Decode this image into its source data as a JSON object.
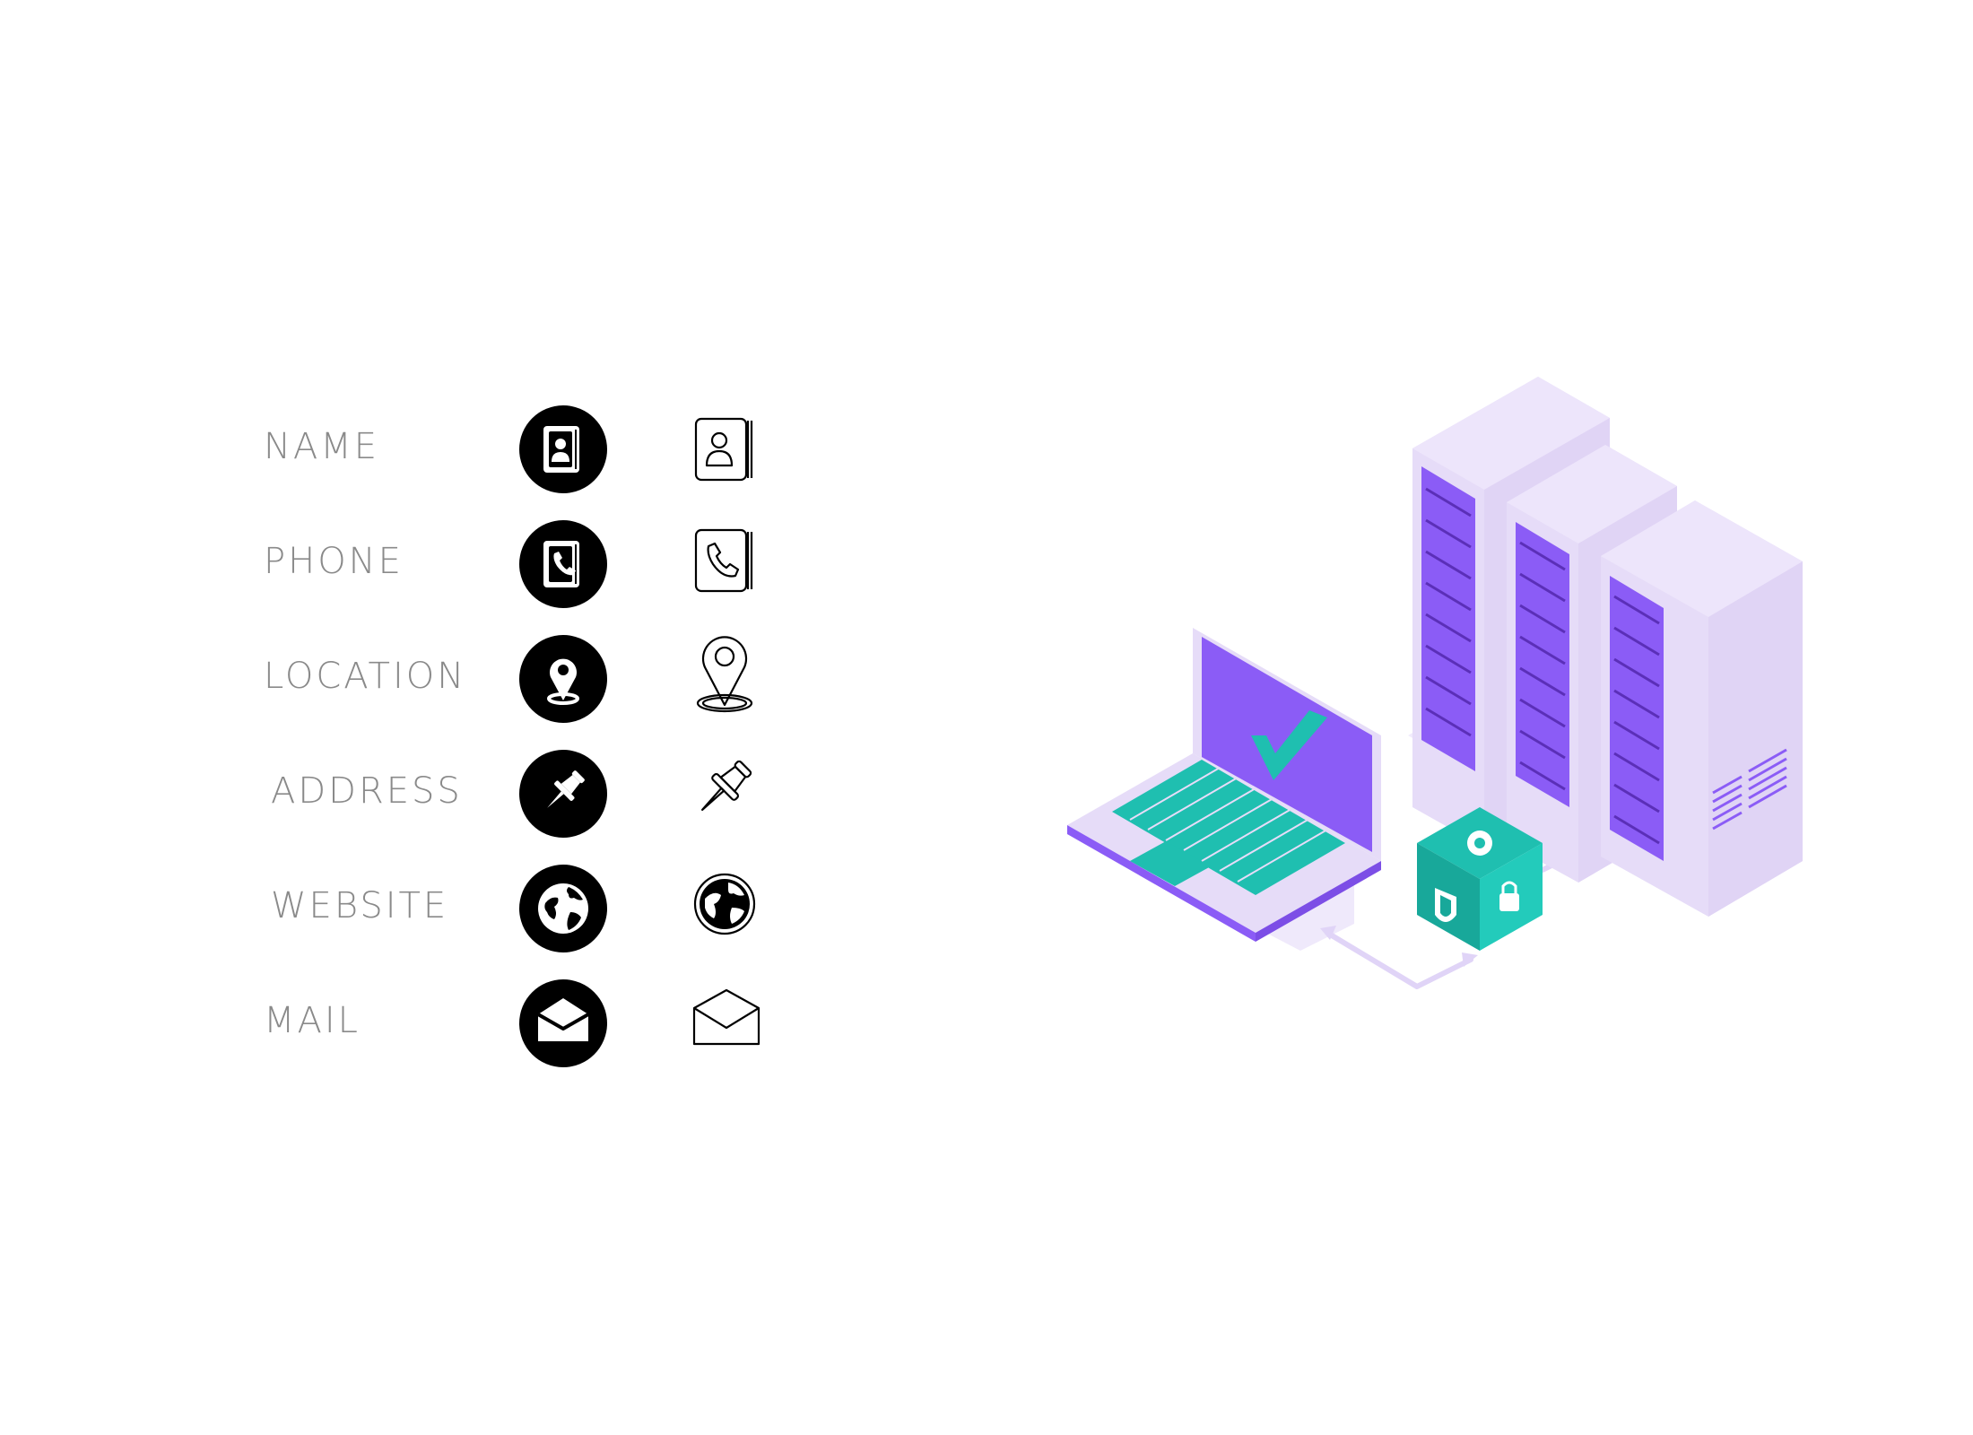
{
  "rows": [
    {
      "label": "NAME",
      "filled_icon": "contact-book-icon",
      "outline_icon": "contact-book-outline-icon"
    },
    {
      "label": "PHONE",
      "filled_icon": "phone-book-icon",
      "outline_icon": "phone-book-outline-icon"
    },
    {
      "label": "LOCATION",
      "filled_icon": "location-pin-icon",
      "outline_icon": "location-pin-outline-icon"
    },
    {
      "label": "ADDRESS",
      "filled_icon": "push-pin-icon",
      "outline_icon": "push-pin-outline-icon"
    },
    {
      "label": "WEBSITE",
      "filled_icon": "globe-icon",
      "outline_icon": "globe-outline-icon"
    },
    {
      "label": "MAIL",
      "filled_icon": "envelope-icon",
      "outline_icon": "envelope-outline-icon"
    }
  ],
  "illustration": {
    "subject": "laptop-server-security-illustration",
    "colors": {
      "purple": "#8b5cf6",
      "lavender": "#e6dcf8",
      "lavender_dark": "#d4c6f2",
      "teal": "#1fbfb0"
    }
  }
}
